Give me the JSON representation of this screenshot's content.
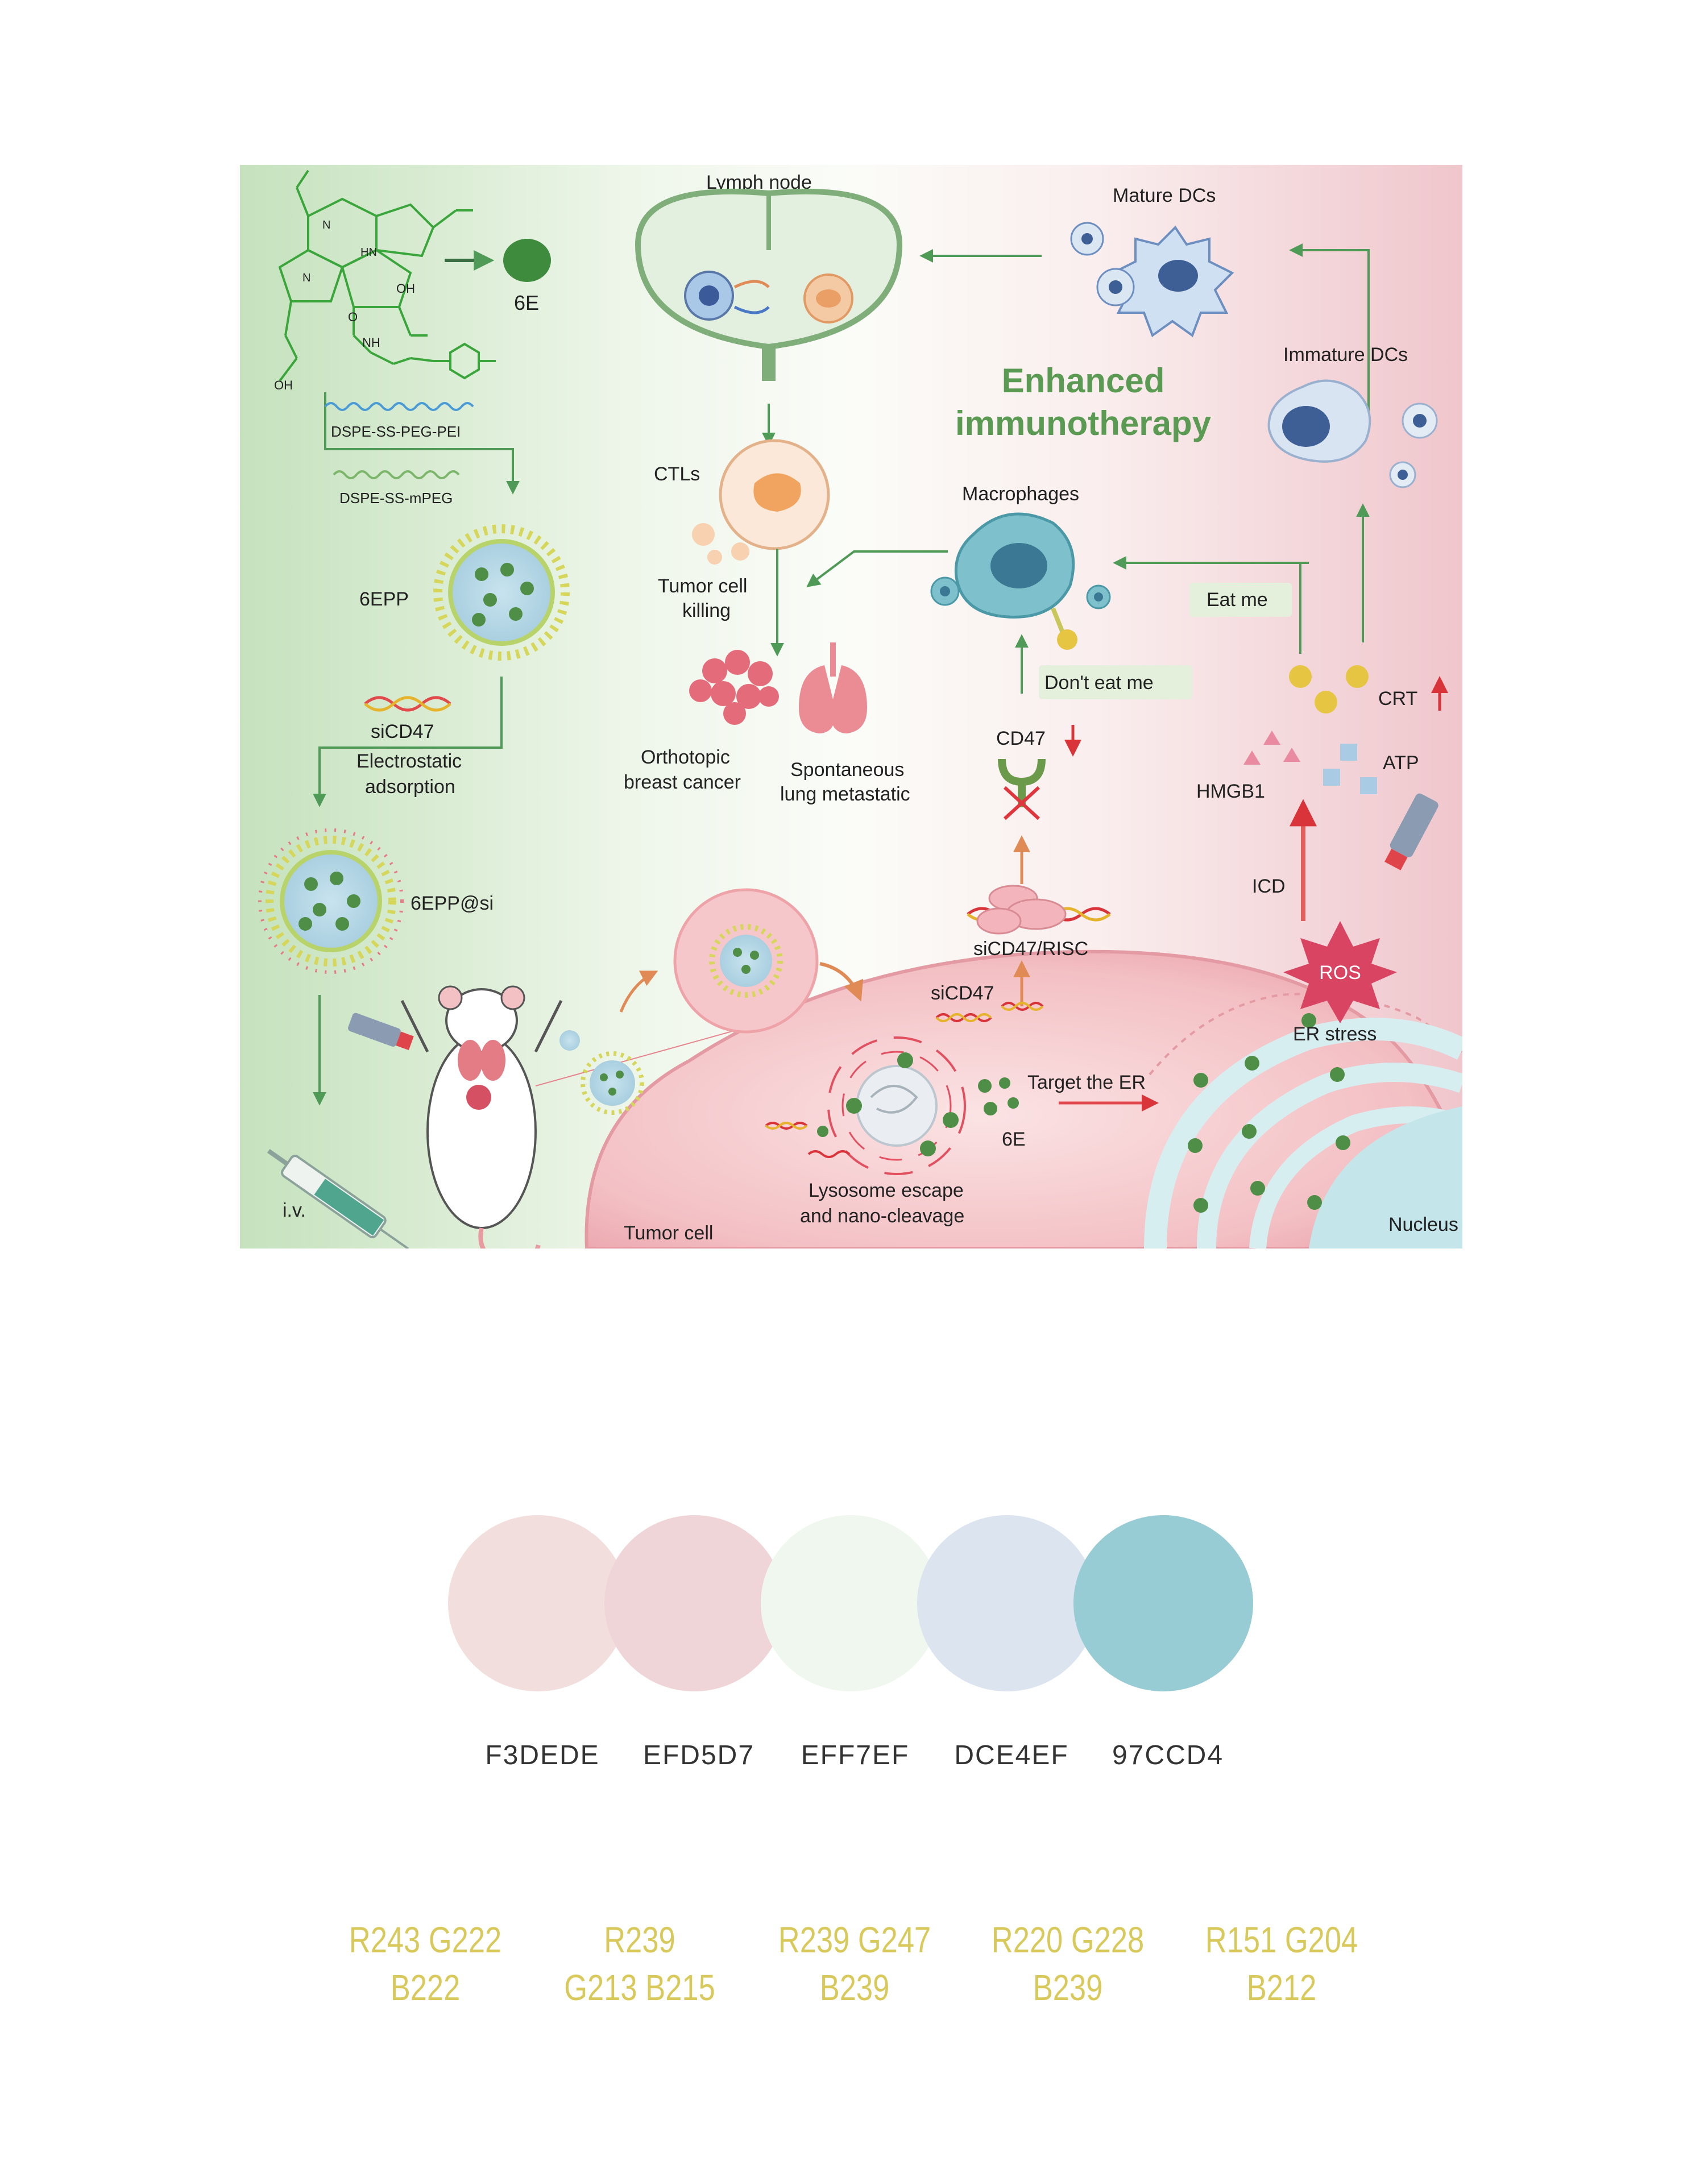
{
  "diagram": {
    "labels": {
      "lymph_node": "Lymph node",
      "mature_dcs": "Mature DCs",
      "immature_dcs": "Immature DCs",
      "enhanced_1": "Enhanced",
      "enhanced_2": "immunotherapy",
      "six_e_top": "6E",
      "dspe_pei": "DSPE-SS-PEG-PEI",
      "dspe_mpeg": "DSPE-SS-mPEG",
      "six_epp": "6EPP",
      "sicd47_left": "siCD47",
      "electrostatic_1": "Electrostatic",
      "electrostatic_2": "adsorption",
      "six_epp_si": "6EPP@si",
      "iv": "i.v.",
      "ctls": "CTLs",
      "tumor_killing_1": "Tumor cell",
      "tumor_killing_2": "killing",
      "orthotopic_1": "Orthotopic",
      "orthotopic_2": "breast cancer",
      "spontaneous_1": "Spontaneous",
      "spontaneous_2": "lung metastatic",
      "macrophages": "Macrophages",
      "eat_me": "Eat me",
      "dont_eat_me": "Don't eat me",
      "cd47": "CD47",
      "crt": "CRT",
      "atp": "ATP",
      "hmgb1": "HMGB1",
      "icd": "ICD",
      "sicd47_risc": "siCD47/RISC",
      "sicd47_mid": "siCD47",
      "ros": "ROS",
      "er_stress": "ER stress",
      "target_er": "Target the ER",
      "six_e_mid": "6E",
      "lysosome_1": "Lysosome escape",
      "lysosome_2": "and nano-cleavage",
      "tumor_cell": "Tumor cell",
      "nucleus": "Nucleus",
      "chem_oh1": "OH",
      "chem_oh2": "OH",
      "chem_o": "O",
      "chem_nh": "NH",
      "chem_hn": "HN",
      "chem_n1": "N",
      "chem_n2": "N"
    },
    "colors": {
      "green_bg": "#cfe6c8",
      "pink_bg": "#f2cfd4",
      "arrow_green": "#4f9a57",
      "title_green": "#5a9a52",
      "red_arrow": "#d9343a",
      "cell_pink": "#f3b7bd",
      "nucleus_blue": "#c4e6ea",
      "dot_green": "#4f8e46"
    }
  },
  "palette": [
    {
      "hex": "F3DEDE",
      "rgb_line1": "R243 G222",
      "rgb_line2": "B222",
      "color": "#F3DEDE"
    },
    {
      "hex": "EFD5D7",
      "rgb_line1": "R239",
      "rgb_line2": "G213 B215",
      "color": "#EFD5D7"
    },
    {
      "hex": "EFF7EF",
      "rgb_line1": "R239 G247",
      "rgb_line2": "B239",
      "color": "#EFF7EF"
    },
    {
      "hex": "DCE4EF",
      "rgb_line1": "R220 G228",
      "rgb_line2": "B239",
      "color": "#DCE4EF"
    },
    {
      "hex": "97CCD4",
      "rgb_line1": "R151 G204",
      "rgb_line2": "B212",
      "color": "#97CCD4"
    }
  ]
}
